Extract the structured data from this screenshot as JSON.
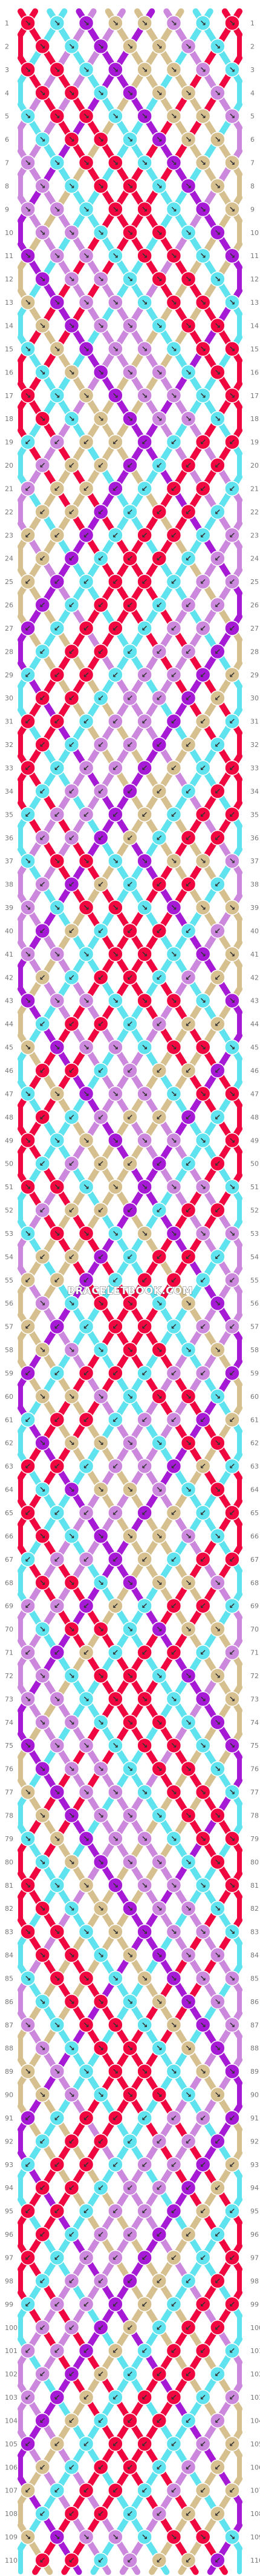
{
  "pattern": {
    "rows": 110,
    "strings": 16,
    "colors": {
      "A": "#f0073f",
      "B": "#5fe3ee",
      "C": "#a61ad6",
      "D": "#cc88dd",
      "E": "#d6c08f"
    },
    "string_colors": [
      "A",
      "A",
      "B",
      "B",
      "C",
      "D",
      "E",
      "D",
      "E",
      "C",
      "D",
      "E",
      "B",
      "B",
      "A",
      "A"
    ],
    "watermark": "BRACELETBOOK.COM",
    "knot_glyphs": {
      "forward": "↘",
      "backward": "↙",
      "forward_backward": "↗",
      "backward_forward": "↖"
    }
  }
}
